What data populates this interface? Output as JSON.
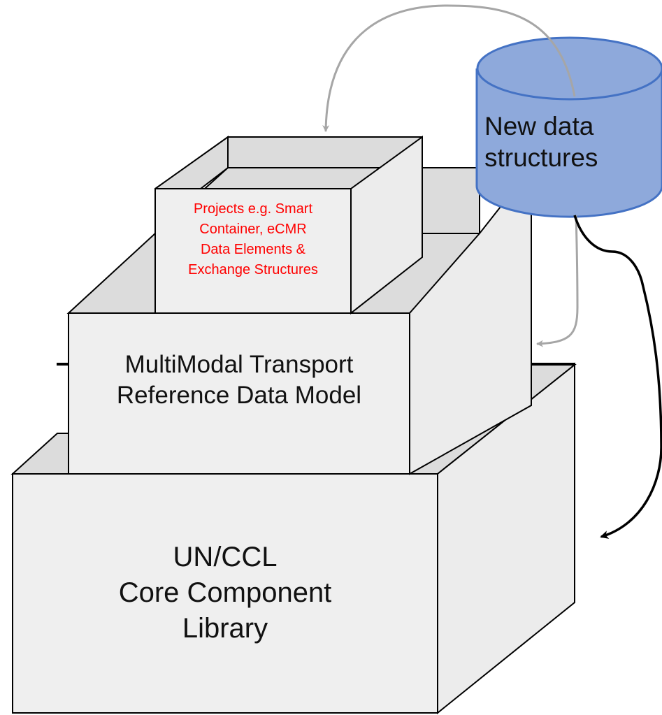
{
  "bottom_box": {
    "lines": [
      "UN/CCL",
      "Core Component",
      "Library"
    ]
  },
  "middle_box": {
    "lines": [
      "MultiModal Transport",
      "Reference Data Model"
    ]
  },
  "top_box": {
    "lines": [
      "Projects e.g. Smart",
      "Container, eCMR",
      "Data Elements &",
      "Exchange Structures"
    ],
    "text_color": "#ff0000"
  },
  "database": {
    "lines": [
      "New data",
      "structures"
    ],
    "fill_color": "#8ea9db",
    "stroke_color": "#4472c4"
  },
  "arrow_colors": {
    "gray": "#a6a6a6",
    "black": "#000000"
  }
}
